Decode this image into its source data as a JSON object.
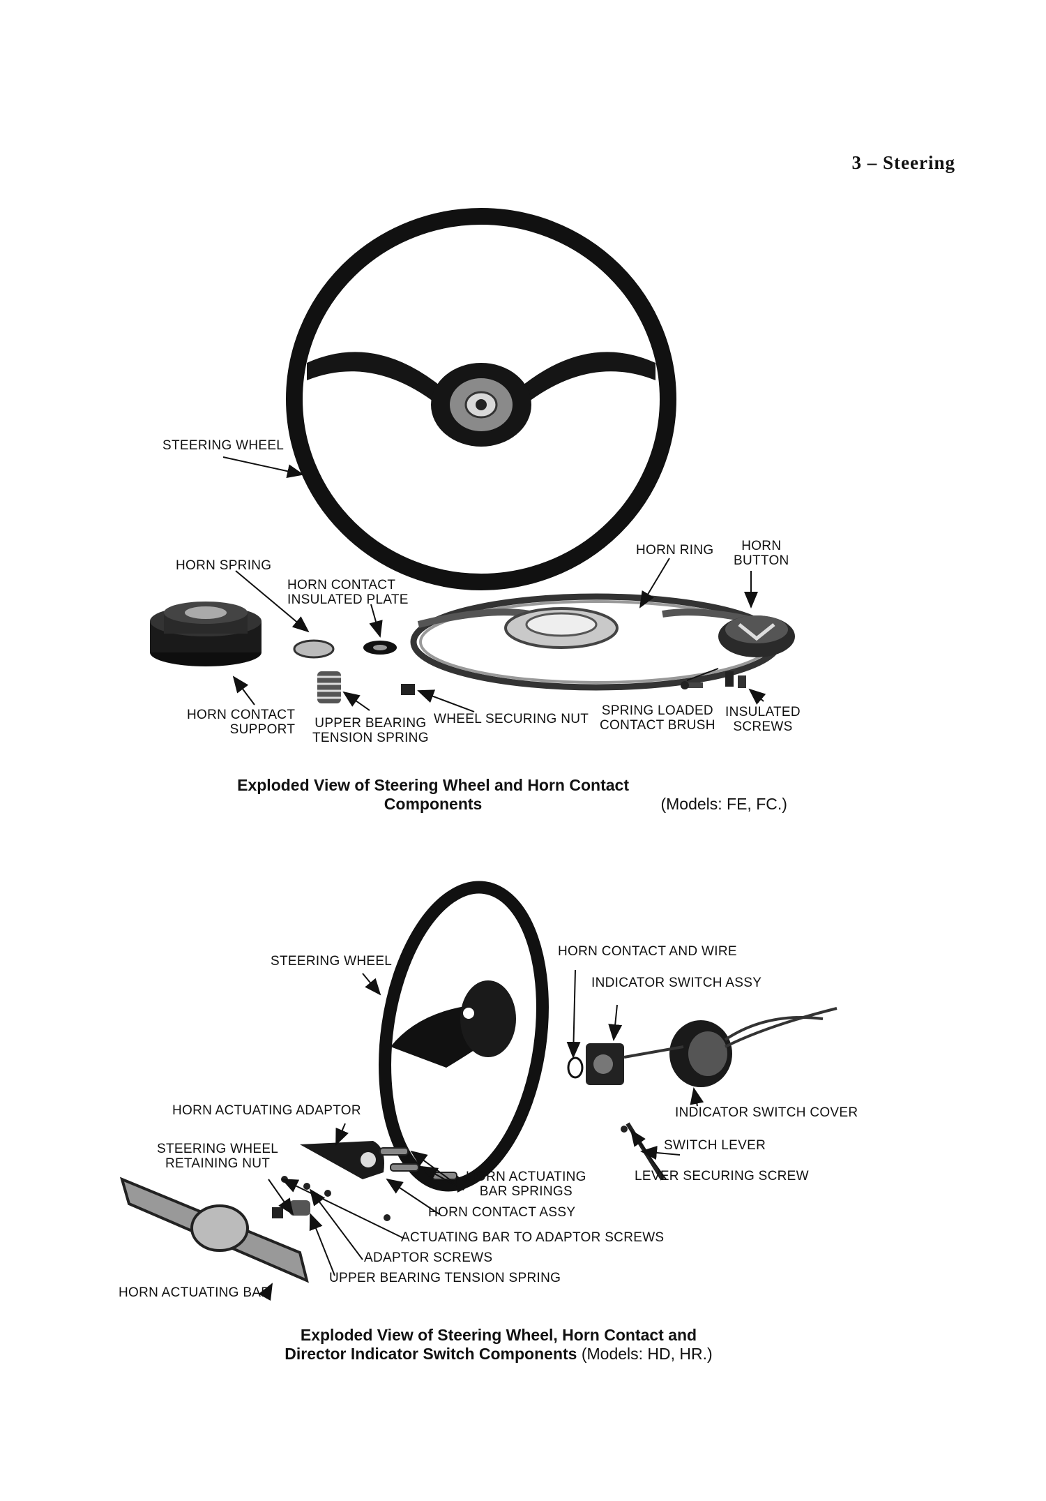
{
  "header": {
    "section": "3 – Steering"
  },
  "figure1": {
    "labels": {
      "steering_wheel": "STEERING WHEEL",
      "horn_spring": "HORN SPRING",
      "horn_contact_insulated_plate": "HORN CONTACT\nINSULATED PLATE",
      "horn_ring": "HORN RING",
      "horn_button": "HORN\nBUTTON",
      "horn_contact_support": "HORN CONTACT\nSUPPORT",
      "upper_bearing_tension_spring": "UPPER BEARING\nTENSION SPRING",
      "wheel_securing_nut": "WHEEL SECURING NUT",
      "spring_loaded_contact_brush": "SPRING LOADED\nCONTACT BRUSH",
      "insulated_screws": "INSULATED\nSCREWS"
    },
    "caption_bold": "Exploded View of Steering Wheel and Horn Contact Components",
    "caption_normal": " (Models: FE, FC.)"
  },
  "figure2": {
    "labels": {
      "steering_wheel": "STEERING WHEEL",
      "horn_contact_and_wire": "HORN CONTACT AND WIRE",
      "indicator_switch_assy": "INDICATOR SWITCH ASSY",
      "horn_actuating_adaptor": "HORN ACTUATING ADAPTOR",
      "indicator_switch_cover": "INDICATOR SWITCH COVER",
      "steering_wheel_retaining_nut": "STEERING WHEEL\nRETAINING NUT",
      "switch_lever": "SWITCH LEVER",
      "horn_actuating_bar_springs": "HORN ACTUATING\nBAR SPRINGS",
      "lever_securing_screw": "LEVER SECURING SCREW",
      "horn_contact_assy": "HORN CONTACT ASSY",
      "actuating_bar_to_adaptor_screws": "ACTUATING BAR TO ADAPTOR SCREWS",
      "adaptor_screws": "ADAPTOR SCREWS",
      "upper_bearing_tension_spring": "UPPER BEARING TENSION SPRING",
      "horn_actuating_bar": "HORN ACTUATING BAR"
    },
    "caption_bold_line1": "Exploded View of Steering Wheel, Horn Contact and",
    "caption_bold_line2": "Director Indicator Switch Components",
    "caption_normal": " (Models: HD, HR.)"
  }
}
